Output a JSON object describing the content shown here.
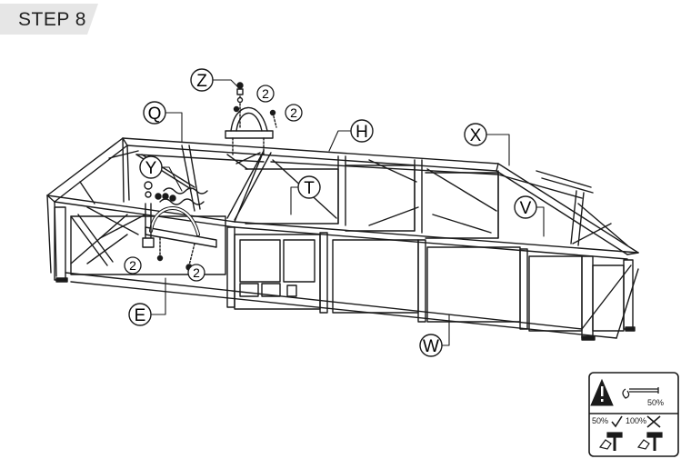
{
  "step": {
    "label": "STEP 8"
  },
  "callouts": {
    "Z": "Z",
    "Q": "Q",
    "H": "H",
    "X": "X",
    "Y": "Y",
    "T": "T",
    "V": "V",
    "E": "E",
    "W": "W"
  },
  "quantities": {
    "z_top": "2",
    "z_right": "2",
    "y_left": "2",
    "y_bottom": "2"
  },
  "torque_panel": {
    "top_percent": "50%",
    "bottom_left_percent": "50%",
    "bottom_right_percent": "100%"
  },
  "colors": {
    "line": "#1a1a1a",
    "tab_bg": "#e6e6e6",
    "panel_fill": "#ffffff"
  }
}
